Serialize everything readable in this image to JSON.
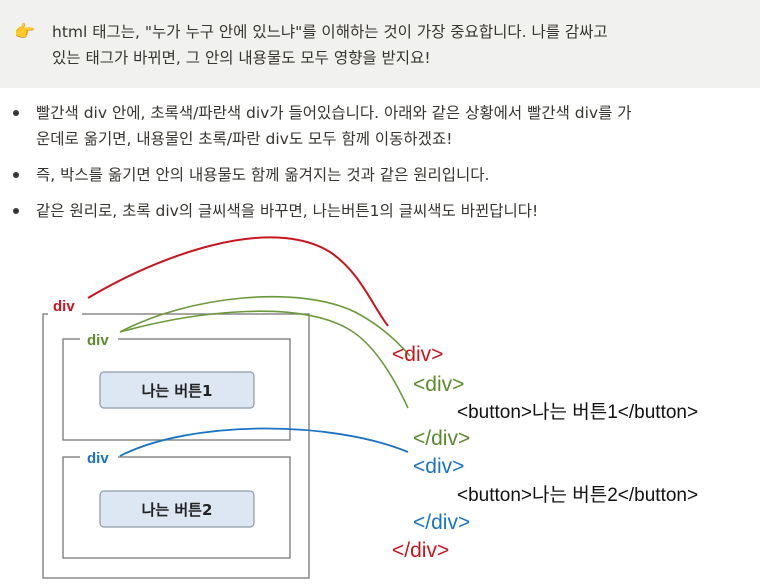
{
  "callout": {
    "icon": "👉",
    "icon_name": "pointing-hand-icon",
    "lines": [
      "html 태그는, \"누가 누구 안에 있느냐\"를 이해하는 것이 가장 중요합니다. 나를 감싸고",
      "있는 태그가 바뀌면, 그 안의 내용물도 모두 영향을 받지요!"
    ]
  },
  "bullets": [
    {
      "lines": [
        "빨간색 div 안에, 초록색/파란색 div가 들어있습니다. 아래와 같은 상황에서 빨간색 div를 가",
        "운데로 옮기면, 내용물인 초록/파란 div도 모두 함께 이동하겠죠!"
      ]
    },
    {
      "lines": [
        "즉, 박스를 옮기면 안의 내용물도 함께 옮겨지는 것과 같은 원리입니다."
      ]
    },
    {
      "lines": [
        "같은 원리로, 초록 div의 글씨색을 바꾸면, 나는버튼1의 글씨색도 바뀐답니다!"
      ]
    }
  ],
  "diagram": {
    "box_labels": {
      "outer": "div",
      "green": "div",
      "blue": "div"
    },
    "buttons": [
      "나는 버튼1",
      "나는 버튼2"
    ],
    "code_lines": [
      {
        "text": "<div>",
        "color": "red"
      },
      {
        "text": "<div>",
        "color": "green"
      },
      {
        "text": "<button>나는 버튼1</button>",
        "color": "black"
      },
      {
        "text": "</div>",
        "color": "green"
      },
      {
        "text": "<div>",
        "color": "blue"
      },
      {
        "text": "<button>나는 버튼2</button>",
        "color": "black"
      },
      {
        "text": "</div>",
        "color": "blue"
      },
      {
        "text": "</div>",
        "color": "red"
      }
    ],
    "colors": {
      "red": "#c8161d",
      "green": "#5a8a2c",
      "blue": "#1a73c4",
      "black": "#111111"
    }
  }
}
